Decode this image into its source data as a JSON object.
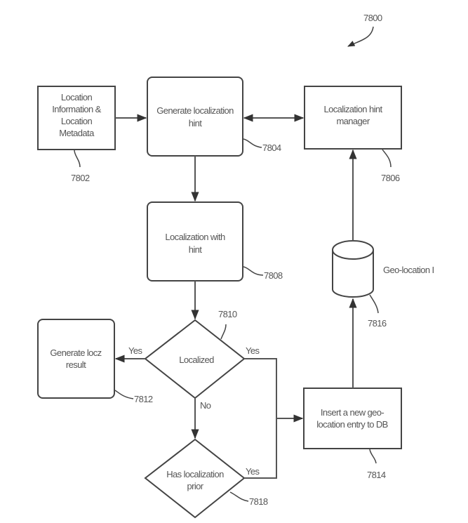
{
  "figure_ref": "7800",
  "nodes": {
    "location_info": {
      "ref": "7802",
      "lines": [
        "Location",
        "Information &",
        "Location",
        "Metadata"
      ]
    },
    "generate_hint": {
      "ref": "7804",
      "lines": [
        "Generate localization",
        "hint"
      ]
    },
    "hint_manager": {
      "ref": "7806",
      "lines": [
        "Localization hint",
        "manager"
      ]
    },
    "localization_with_hint": {
      "ref": "7808",
      "lines": [
        "Localization with",
        "hint"
      ]
    },
    "localized_decision": {
      "ref": "7810",
      "lines": [
        "Localized"
      ]
    },
    "generate_locz_result": {
      "ref": "7812",
      "lines": [
        "Generate locz",
        "result"
      ]
    },
    "insert_geo_entry": {
      "ref": "7814",
      "lines": [
        "Insert a new geo-",
        "location entry to DB"
      ]
    },
    "geo_location_db": {
      "ref": "7816",
      "label": "Geo-location I"
    },
    "has_prior_decision": {
      "ref": "7818",
      "lines": [
        "Has localization",
        "prior"
      ]
    }
  },
  "edge_labels": {
    "localized_yes_left": "Yes",
    "localized_yes_right": "Yes",
    "localized_no": "No",
    "prior_yes": "Yes"
  }
}
